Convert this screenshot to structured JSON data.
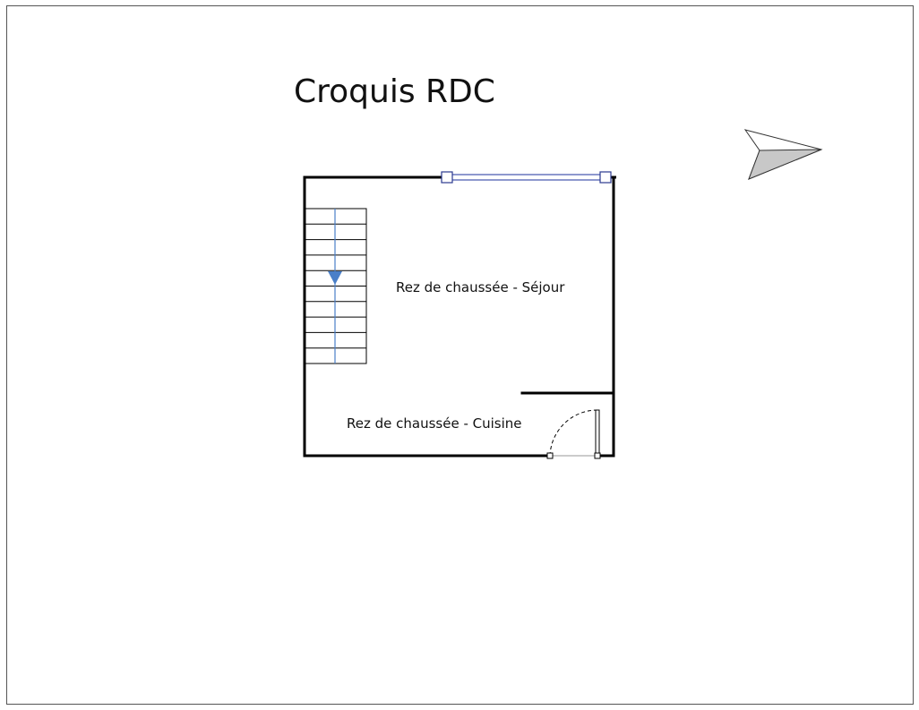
{
  "title": "Croquis RDC",
  "rooms": {
    "sejour": "Rez de chaussée - Séjour",
    "cuisine": "Rez de chaussée - Cuisine"
  },
  "icons": {
    "north_arrow": "north-arrow-icon",
    "stair_direction": "arrow-down-icon"
  },
  "colors": {
    "wall": "#000000",
    "window_line": "#4a5bb0",
    "stair_line": "#4a7fc8",
    "north_fill": "#c8c8c8",
    "sheet_border": "#555555"
  },
  "stair": {
    "tread_count": 10
  }
}
